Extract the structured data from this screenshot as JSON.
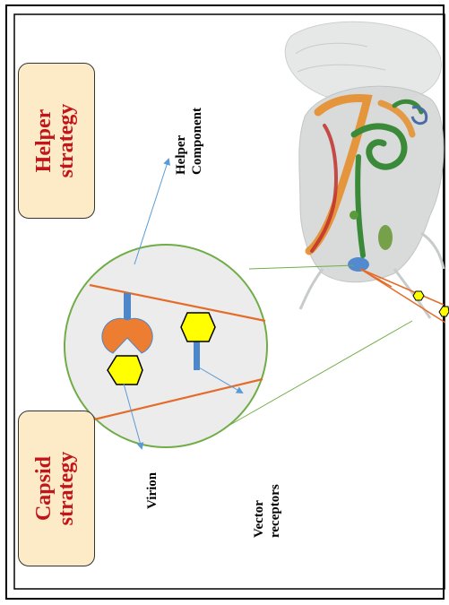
{
  "strategies": {
    "helper": {
      "line1": "Helper",
      "line2": "strategy"
    },
    "capsid": {
      "line1": "Capsid",
      "line2": "strategy"
    }
  },
  "labels": {
    "helper_component_1": "Helper",
    "helper_component_2": "Component",
    "virion": "Virion",
    "vector_receptors_1": "Vector",
    "vector_receptors_2": "receptors"
  },
  "colors": {
    "box_fill": "#fdebc8",
    "strategy_text": "#c0161b",
    "arrow": "#5b9bd5",
    "stylet": "#e46c2a",
    "virion": "#ffff00",
    "zoom_fill": "#ececec",
    "zoom_border": "#70ad47"
  }
}
